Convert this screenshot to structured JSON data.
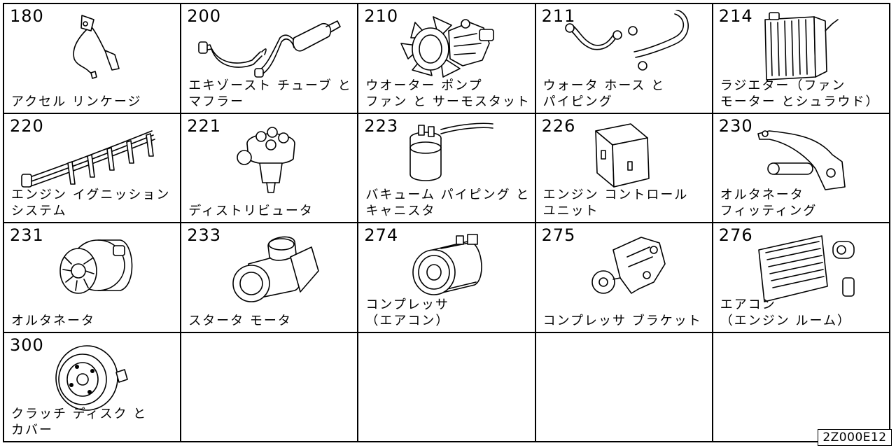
{
  "catalog": {
    "diagram_id": "2Z000E12",
    "cells": [
      {
        "code": "180",
        "label": [
          "アクセル リンケージ"
        ],
        "icon": "accelerator-linkage-icon"
      },
      {
        "code": "200",
        "label": [
          "エキゾースト チューブ と",
          "マフラー"
        ],
        "icon": "exhaust-muffler-icon"
      },
      {
        "code": "210",
        "label": [
          "ウオーター ポンプ",
          "ファン と サーモスタット"
        ],
        "icon": "water-pump-fan-icon"
      },
      {
        "code": "211",
        "label": [
          "ウォータ ホース と",
          "パイピング"
        ],
        "icon": "water-hose-icon"
      },
      {
        "code": "214",
        "label": [
          "ラジエター（ファン",
          "モーター とシュラウド）"
        ],
        "icon": "radiator-icon"
      },
      {
        "code": "220",
        "label": [
          "エンジン イグニッション",
          "システム"
        ],
        "icon": "ignition-system-icon"
      },
      {
        "code": "221",
        "label": [
          "ディストリビュータ"
        ],
        "icon": "distributor-icon"
      },
      {
        "code": "223",
        "label": [
          "バキューム パイピング と",
          "キャニスタ"
        ],
        "icon": "vacuum-canister-icon"
      },
      {
        "code": "226",
        "label": [
          "エンジン コントロール",
          "ユニット"
        ],
        "icon": "engine-control-unit-icon"
      },
      {
        "code": "230",
        "label": [
          "オルタネータ",
          "フィッティング"
        ],
        "icon": "alternator-fitting-icon"
      },
      {
        "code": "231",
        "label": [
          "オルタネータ"
        ],
        "icon": "alternator-icon"
      },
      {
        "code": "233",
        "label": [
          "スタータ モータ"
        ],
        "icon": "starter-motor-icon"
      },
      {
        "code": "274",
        "label": [
          "コンプレッサ",
          "（エアコン）"
        ],
        "icon": "ac-compressor-icon"
      },
      {
        "code": "275",
        "label": [
          "コンプレッサ ブラケット"
        ],
        "icon": "compressor-bracket-icon"
      },
      {
        "code": "276",
        "label": [
          "エアコン",
          "（エンジン ルーム）"
        ],
        "icon": "ac-condenser-icon"
      },
      {
        "code": "300",
        "label": [
          "クラッチ ディスク と",
          "カバー"
        ],
        "icon": "clutch-disc-icon"
      }
    ]
  }
}
